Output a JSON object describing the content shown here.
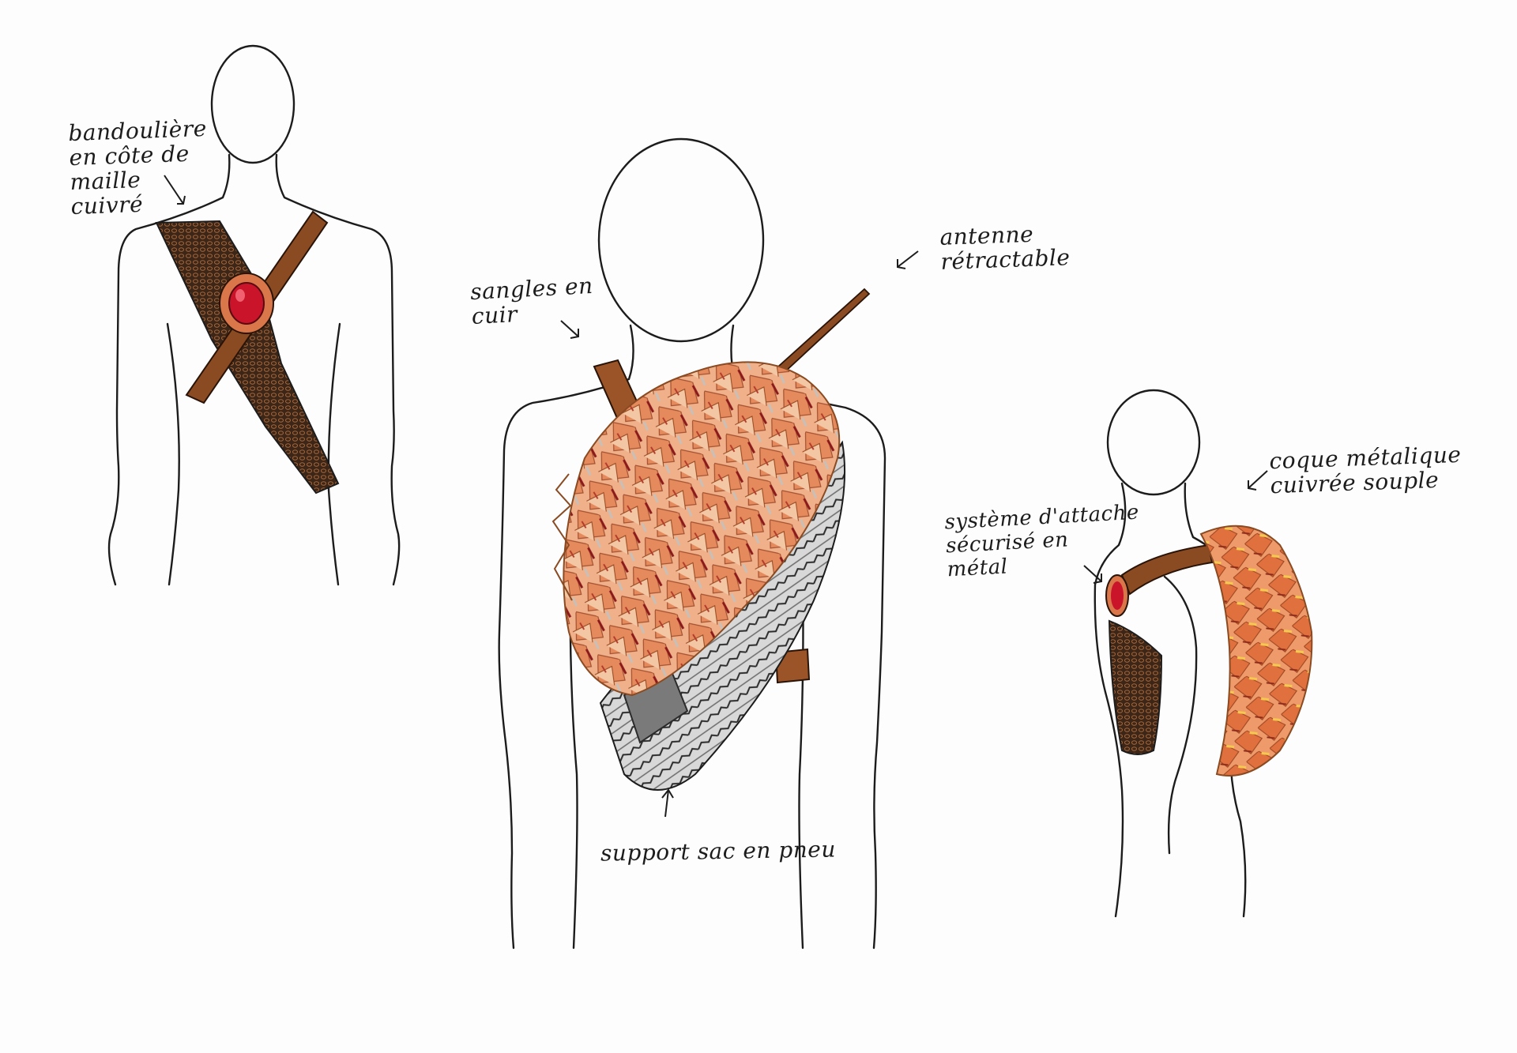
{
  "annotations": {
    "bandouliere": [
      "bandoulière",
      "en côte de",
      "maille",
      "cuivré"
    ],
    "antenne": [
      "antenne",
      "rétractable"
    ],
    "sangles": [
      "sangles en",
      "cuir"
    ],
    "coque": [
      "coque métalique",
      "cuivrée souple"
    ],
    "systeme": [
      "système d'attache",
      "sécurisé en",
      "métal"
    ],
    "support": [
      "support sac en pneu"
    ]
  },
  "colors": {
    "ink": "#1c1c1c",
    "leather": "#8a4a22",
    "chainmail": "#3b2618",
    "copper": "#d9764a",
    "gem": "#c9142a",
    "tire": "#9c9c9c"
  }
}
